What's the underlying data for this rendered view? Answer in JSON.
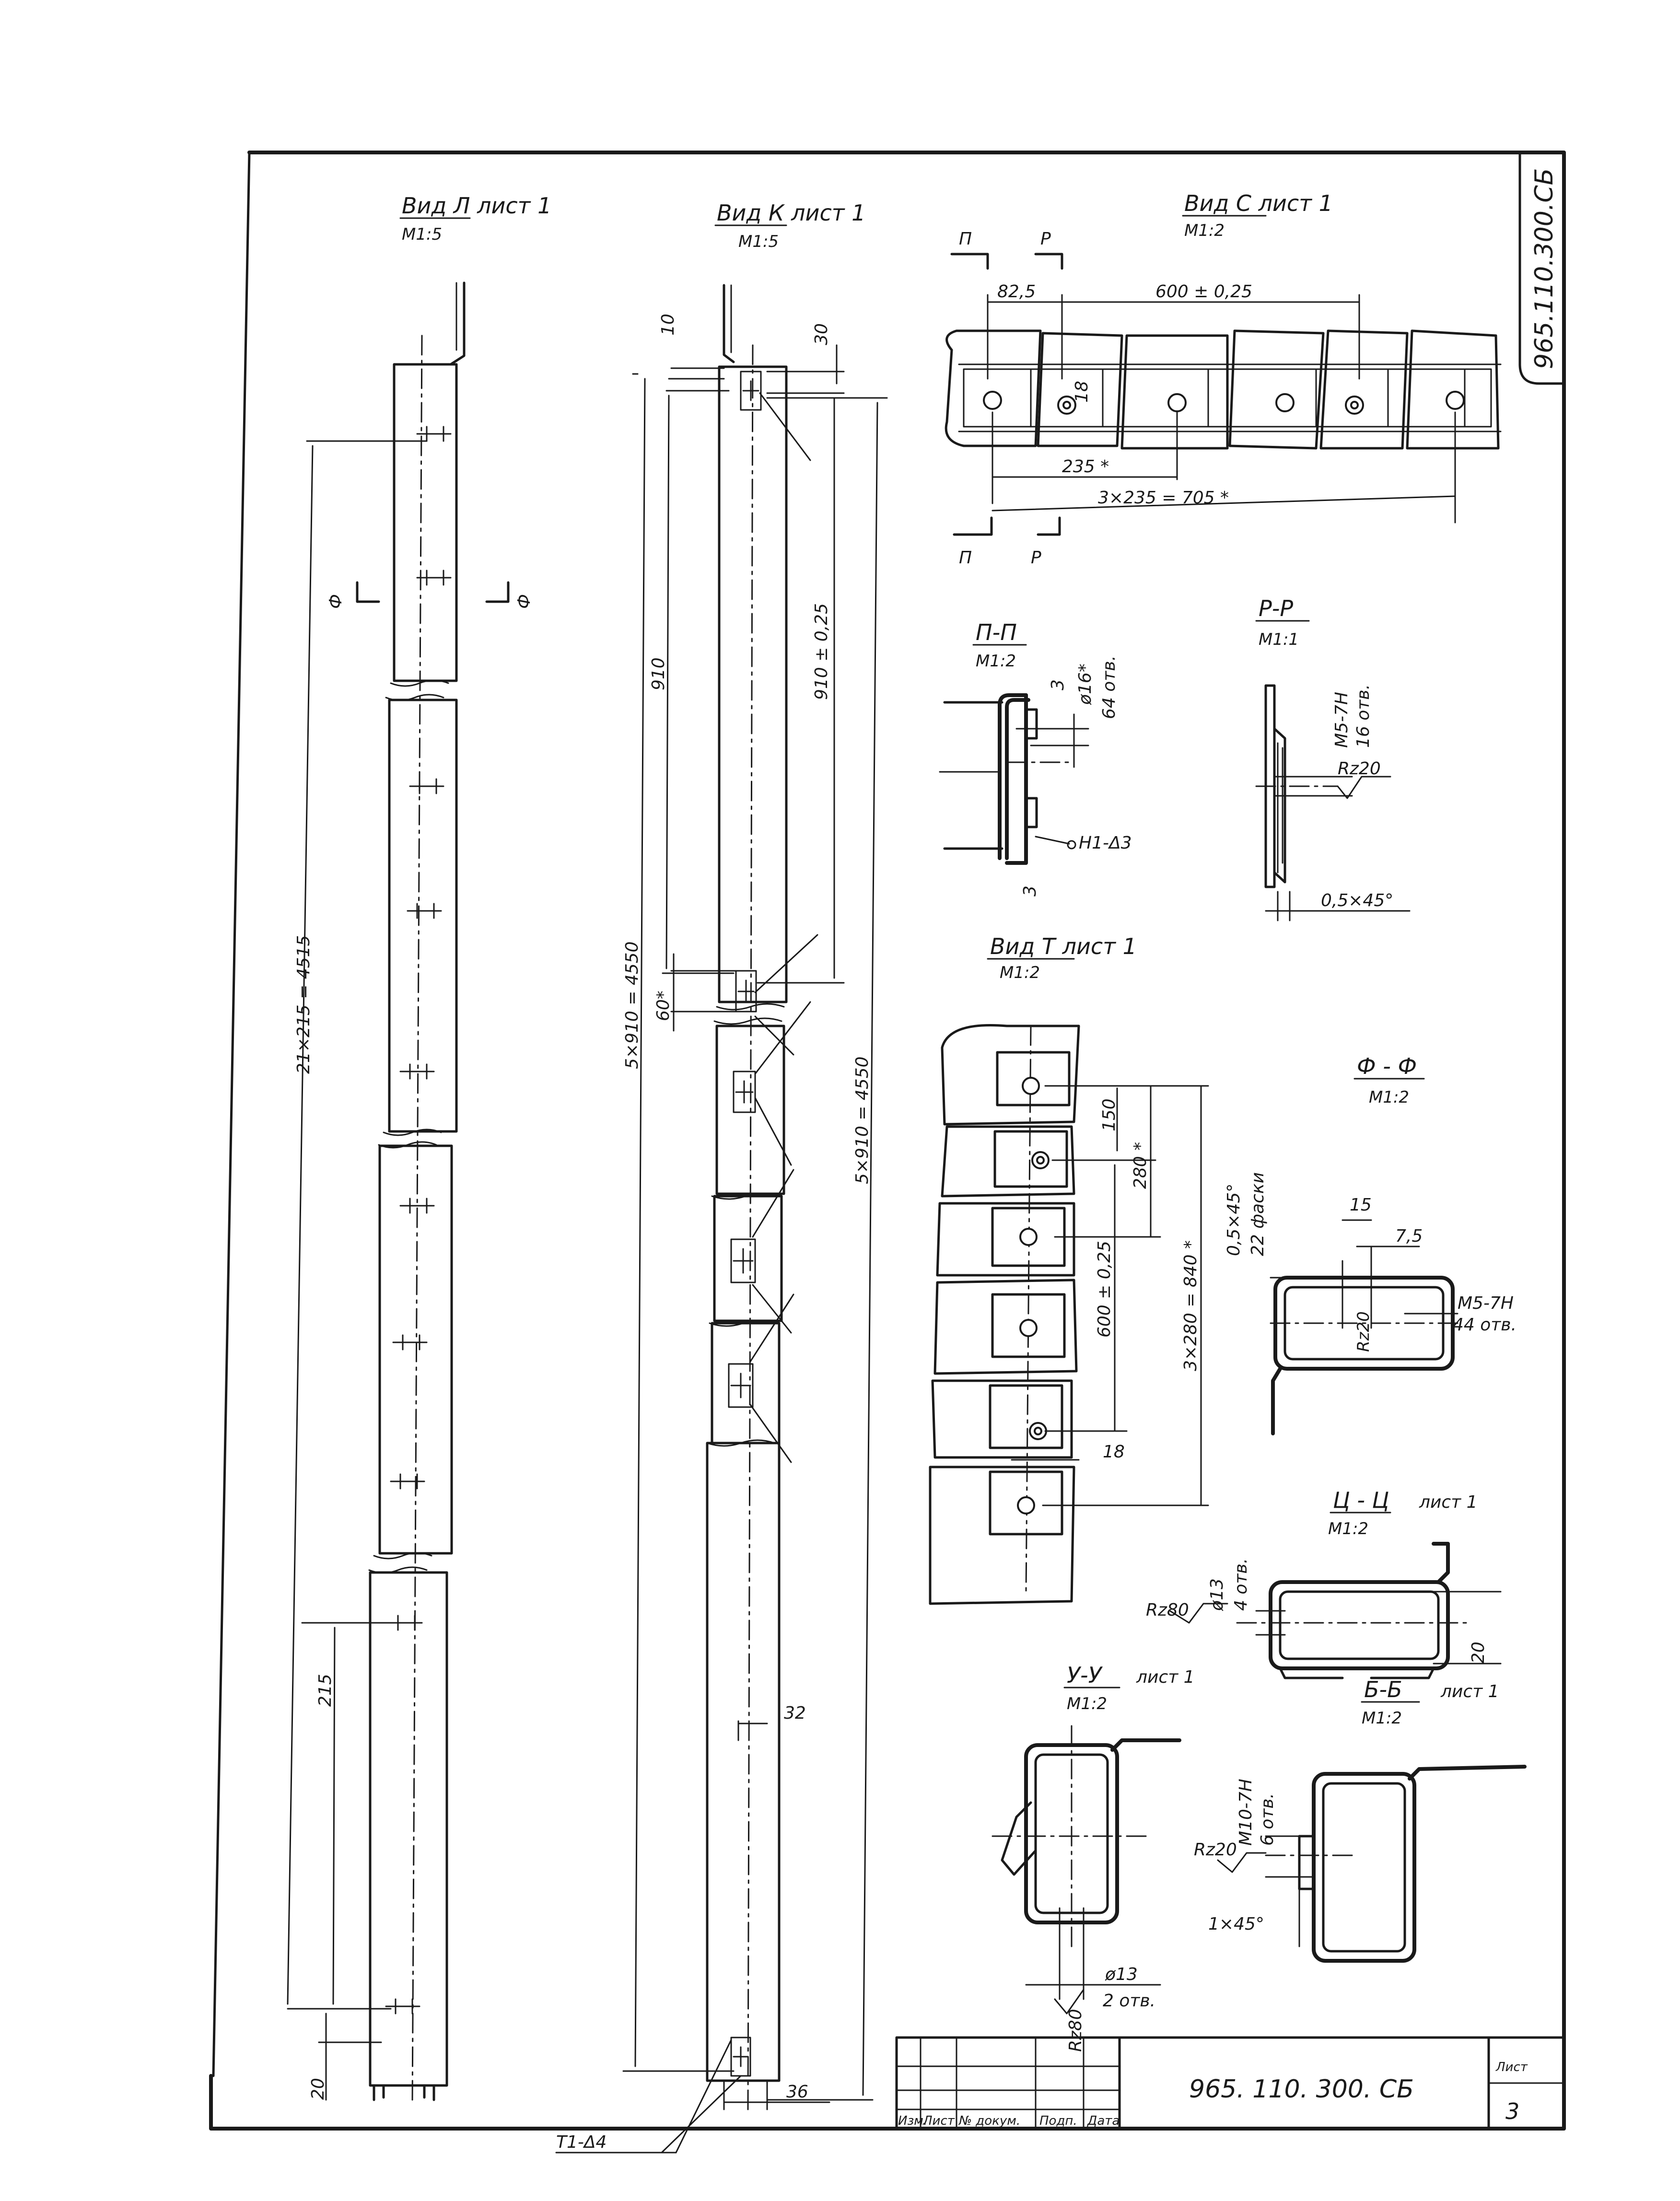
{
  "drawing": {
    "doc_code": "965.110.300.СБ",
    "stamp_code": "965. 110. 300. СБ",
    "sheet_label": "Лист",
    "sheet_no": "3",
    "title_block_headers": [
      "Изм.",
      "Лист",
      "№ докум.",
      "Подп.",
      "Дата"
    ]
  },
  "view_l": {
    "title": "Вид Л лист 1",
    "scale": "М1:5",
    "dims": [
      "21×215 = 4515",
      "215",
      "20"
    ],
    "section": "Ф"
  },
  "view_k": {
    "title": "Вид К лист 1",
    "scale": "М1:5",
    "dims": [
      "10",
      "30",
      "910",
      "910 ± 0,25",
      "5×910 = 4550",
      "60*",
      "5×910 = 4550",
      "32",
      "36"
    ],
    "weld": "Т1-Δ4"
  },
  "view_c": {
    "title": "Вид С лист 1",
    "scale": "М1:2",
    "cuts": [
      "П",
      "Р",
      "П",
      "Р"
    ],
    "dims": [
      "82,5",
      "600 ± 0,25",
      "18",
      "235 *",
      "3×235 = 705 *"
    ]
  },
  "section_pp": {
    "title": "П-П",
    "scale": "М1:2",
    "dims": [
      "3",
      "ø16*",
      "64 отв.",
      "3"
    ],
    "weld": "Н1-Δ3"
  },
  "section_rr": {
    "title": "Р-Р",
    "scale": "М1:1",
    "dims": [
      "М5-7Н",
      "16 отв.",
      "Rz20",
      "0,5×45°"
    ]
  },
  "view_t": {
    "title": "Вид Т лист 1",
    "scale": "М1:2",
    "dims": [
      "150",
      "280 *",
      "600 ± 0,25",
      "3×280 = 840 *",
      "18"
    ]
  },
  "section_ff": {
    "title": "Ф - Ф",
    "scale": "М1:2",
    "dims": [
      "15",
      "7,5",
      "0,5×45°",
      "22 фаски",
      "Rz20",
      "М5-7Н",
      "44 отв."
    ]
  },
  "section_cc": {
    "title": "Ц - Ц",
    "sheet_ref": "лист 1",
    "scale": "М1:2",
    "dims": [
      "ø13",
      "4 отв.",
      "Rz80",
      "20"
    ]
  },
  "section_uu": {
    "title": "У-У",
    "sheet_ref": "лист 1",
    "scale": "М1:2",
    "dims": [
      "ø13",
      "2 отв.",
      "Rz80"
    ]
  },
  "section_bb": {
    "title": "Б-Б",
    "sheet_ref": "лист 1",
    "scale": "М1:2",
    "dims": [
      "М10-7Н",
      "6 отв.",
      "Rz20",
      "1×45°"
    ]
  }
}
